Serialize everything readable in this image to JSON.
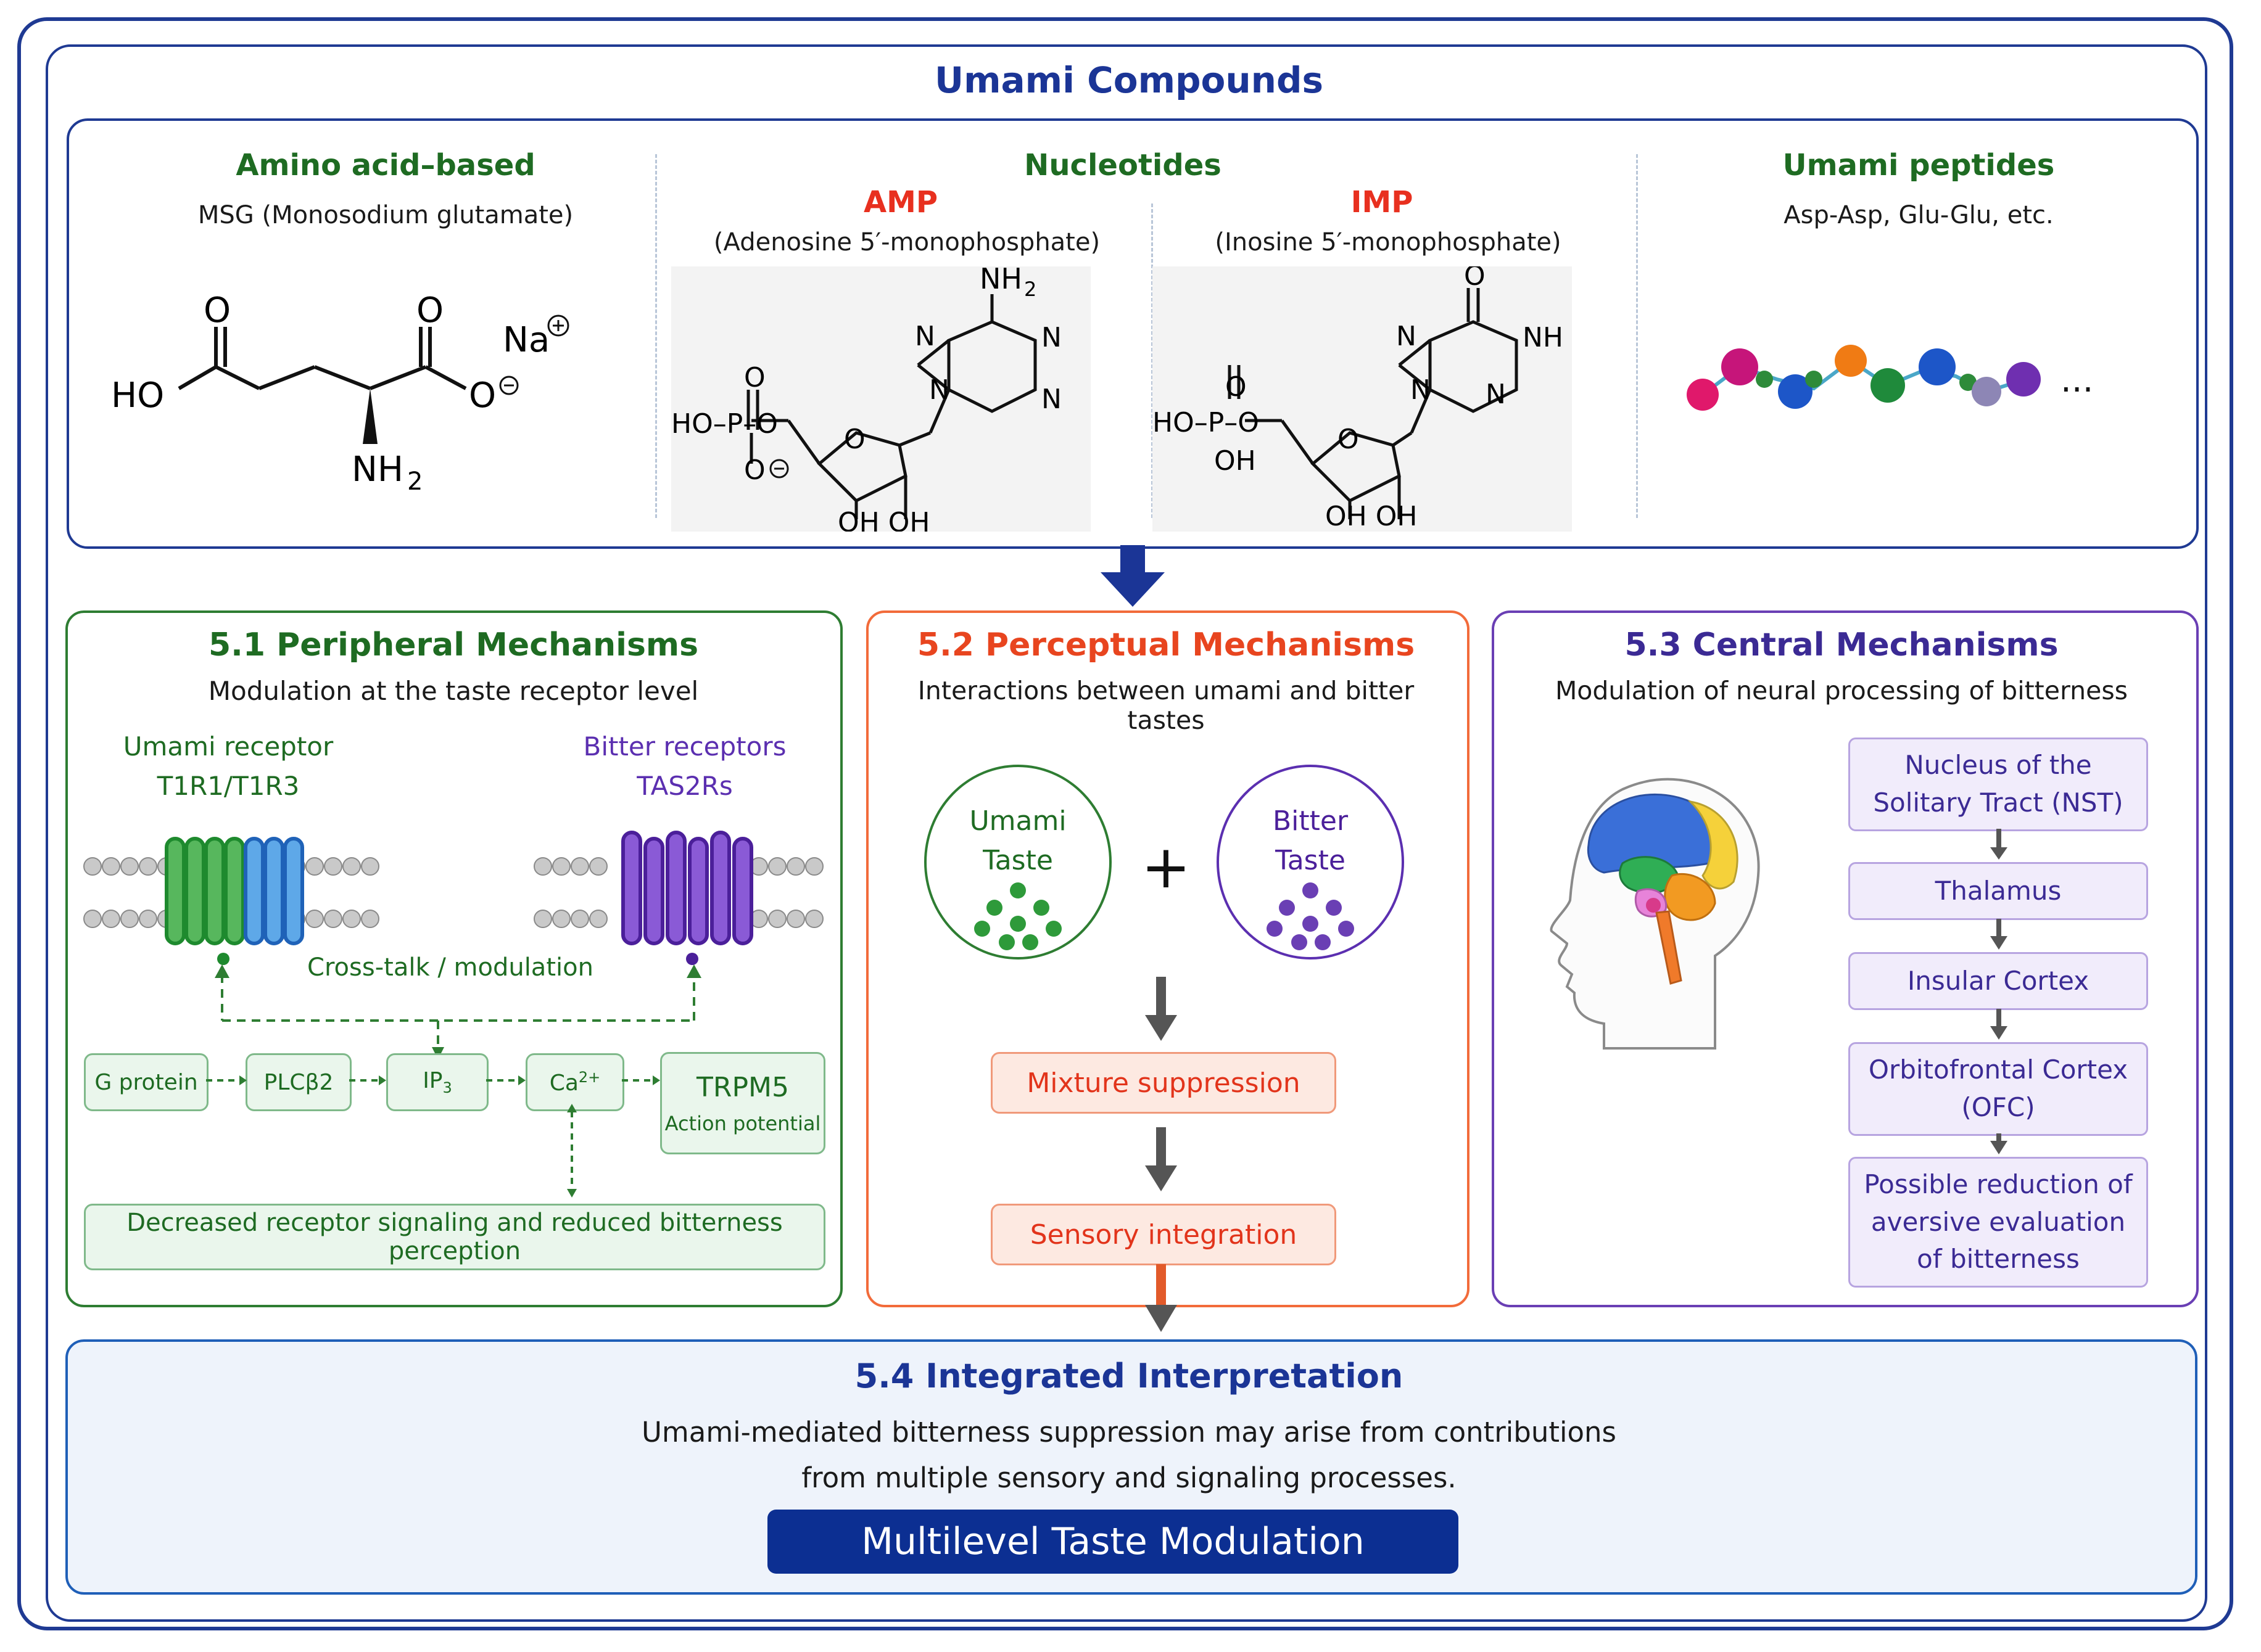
{
  "header": {
    "title": "Umami Compounds"
  },
  "compounds": {
    "amino": {
      "heading": "Amino acid–based",
      "name": "MSG (Monosodium glutamate)"
    },
    "nucleotides": {
      "heading": "Nucleotides",
      "amp": {
        "label": "AMP",
        "name": "(Adenosine 5′-monophosphate)"
      },
      "imp": {
        "label": "IMP",
        "name": "(Inosine 5′-monophosphate)"
      }
    },
    "peptides": {
      "heading": "Umami peptides",
      "name": "Asp-Asp, Glu-Glu, etc.",
      "ellipsis": "..."
    }
  },
  "peripheral": {
    "title": "5.1 Peripheral Mechanisms",
    "subtitle": "Modulation at the taste receptor level",
    "umami_receptor": "Umami receptor",
    "umami_receptor_id": "T1R1/T1R3",
    "bitter_receptor": "Bitter receptors",
    "bitter_receptor_id": "TAS2Rs",
    "crosstalk": "Cross-talk / modulation",
    "steps": {
      "g_protein": "G protein",
      "plc": "PLCβ2",
      "ip3": "IP",
      "ip3_sub": "3",
      "ca": "Ca",
      "ca_sup": "2+",
      "trpm5": "TRPM5",
      "action": "Action potential"
    },
    "outcome": "Decreased receptor signaling and reduced bitterness perception"
  },
  "perceptual": {
    "title": "5.2 Perceptual Mechanisms",
    "subtitle": "Interactions between umami and bitter tastes",
    "umami_line1": "Umami",
    "umami_line2": "Taste",
    "bitter_line1": "Bitter",
    "bitter_line2": "Taste",
    "plus": "+",
    "mixture": "Mixture suppression",
    "integration": "Sensory integration"
  },
  "central": {
    "title": "5.3 Central Mechanisms",
    "subtitle": "Modulation of neural processing of bitterness",
    "nst_1": "Nucleus of the",
    "nst_2": "Solitary Tract (NST)",
    "thalamus": "Thalamus",
    "insular": "Insular Cortex",
    "ofc_1": "Orbitofrontal Cortex",
    "ofc_2": "(OFC)",
    "reduction_1": "Possible reduction of",
    "reduction_2": "aversive evaluation",
    "reduction_3": "of bitterness"
  },
  "integrated": {
    "title": "5.4 Integrated Interpretation",
    "line1": "Umami-mediated bitterness suppression may arise from contributions",
    "line2": "from multiple sensory and signaling processes.",
    "banner": "Multilevel Taste Modulation"
  },
  "colors": {
    "navy": "#1f3a93",
    "green": "#2e7d32",
    "orange": "#f26b3a",
    "purple": "#6a3fb4",
    "red": "#e8301f"
  }
}
